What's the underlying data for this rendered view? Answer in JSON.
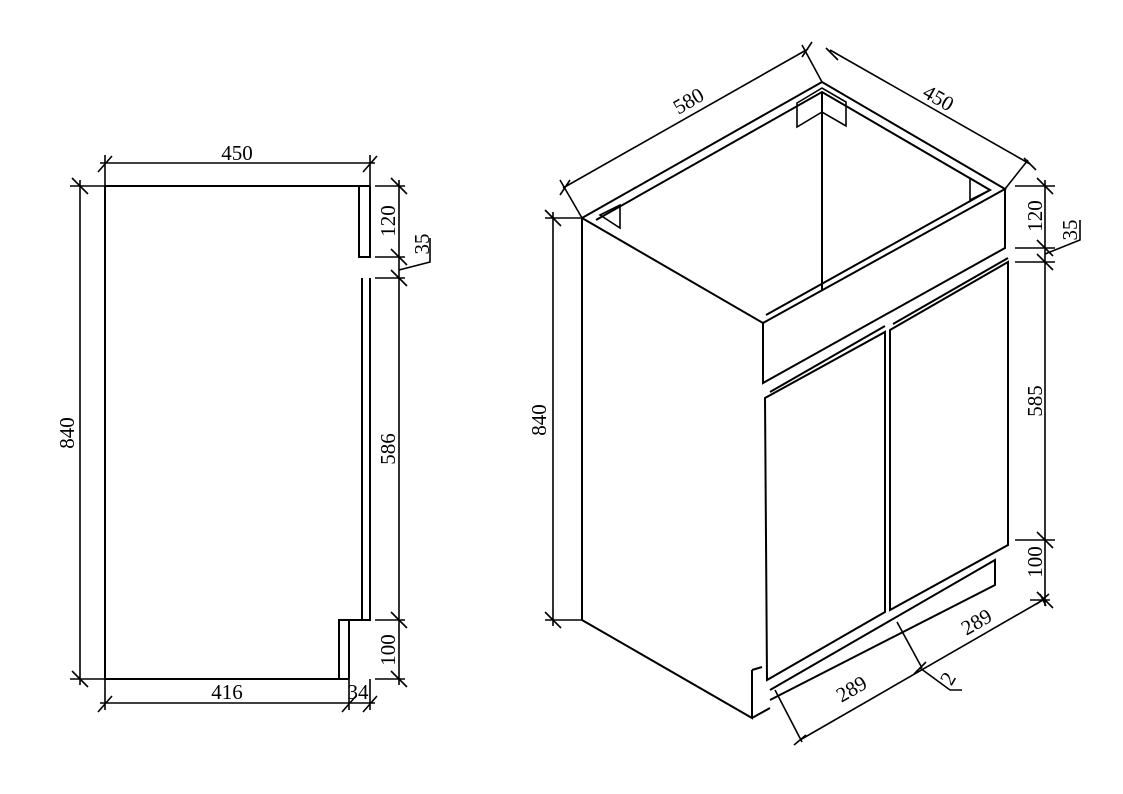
{
  "side_view": {
    "width_overall": "450",
    "height_overall": "840",
    "top_rail_height": "120",
    "gap": "35",
    "door_height": "586",
    "kick_height": "100",
    "depth_body": "416",
    "kick_recess": "34"
  },
  "iso_view": {
    "width": "580",
    "depth": "450",
    "height": "840",
    "top_rail_height": "120",
    "gap": "35",
    "door_height": "585",
    "kick_height": "100",
    "door_width_left": "289",
    "door_width_right": "289",
    "door_gap": "2"
  },
  "colors": {
    "line": "#000000",
    "background": "#ffffff"
  }
}
